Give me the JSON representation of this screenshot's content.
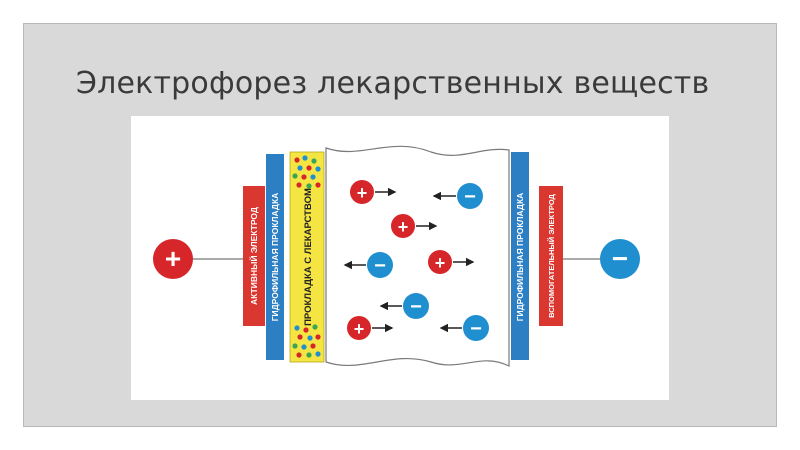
{
  "slide": {
    "title": "Электрофорез лекарственных веществ"
  },
  "diagram": {
    "active_electrode_label": "АКТИВНЫЙ ЭЛЕКТРОД",
    "hydrophilic_pad_left_label": "ГИДРОФИЛЬНАЯ ПРОКЛАДКА",
    "drug_pad_label": "ПРОКЛАДКА С ЛЕКАРСТВОМ",
    "hydrophilic_pad_right_label": "ГИДРОФИЛЬНАЯ ПРОКЛАДКА",
    "auxiliary_electrode_label": "ВСПОМОГАТЕЛЬНЫЙ ЭЛЕКТРОД",
    "plus_sign": "+",
    "minus_sign": "−",
    "colors": {
      "positive": "#d6262a",
      "negative": "#1f8fcf",
      "pad_blue": "#2d7fc4",
      "drug_pad": "#f4e542",
      "electrode_red": "#d9372f"
    }
  }
}
